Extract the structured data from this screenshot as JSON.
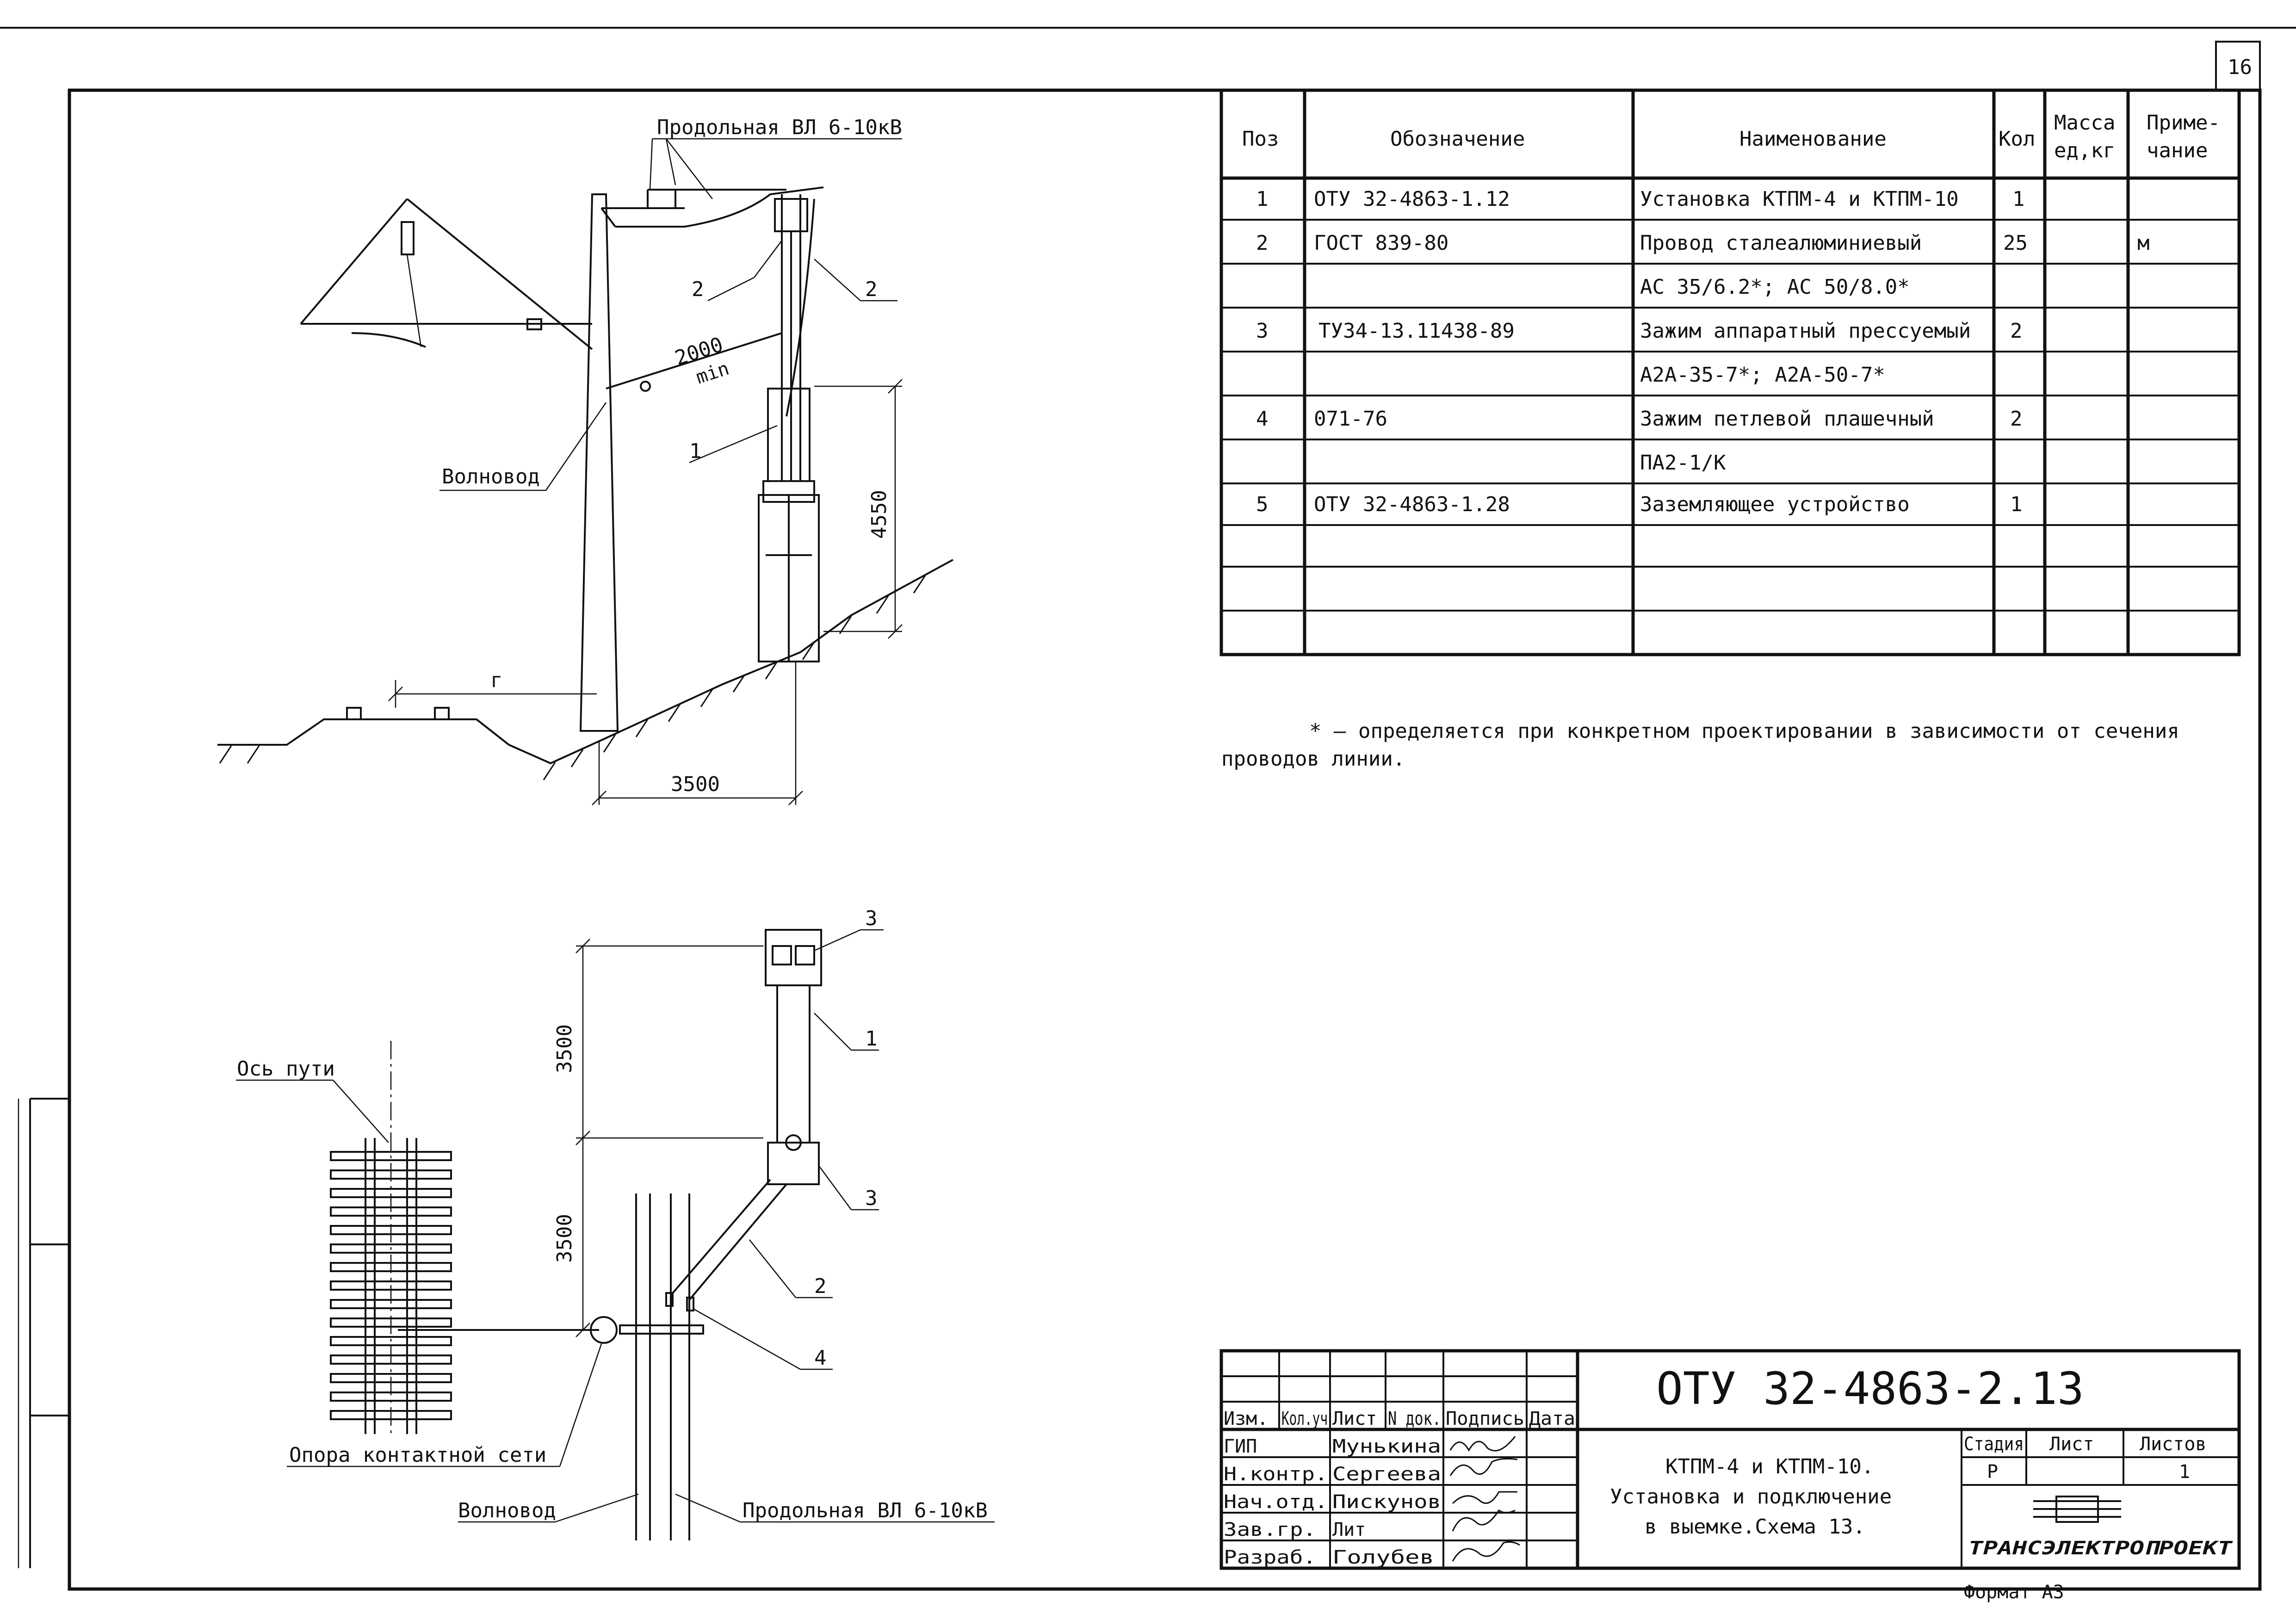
{
  "sheet": {
    "page_number": "16",
    "format": "Формат А3",
    "footnote_line1": "* – определяется при конкретном проектировании в зависимости от сечения",
    "footnote_line2": "проводов линии."
  },
  "spec_table": {
    "headers": {
      "pos": "Поз",
      "designation": "Обозначение",
      "name": "Наименование",
      "qty": "Кол",
      "mass_1": "Масса",
      "mass_2": "ед,кг",
      "note_1": "Приме-",
      "note_2": "чание"
    },
    "rows": [
      {
        "pos": "1",
        "designation": "ОТУ 32-4863-1.12",
        "name": "Установка КТПМ-4 и КТПМ-10",
        "qty": "1",
        "mass": "",
        "note": ""
      },
      {
        "pos": "2",
        "designation": "ГОСТ 839-80",
        "name": "Провод сталеалюминиевый",
        "qty": "25",
        "mass": "",
        "note": "м"
      },
      {
        "pos": "",
        "designation": "",
        "name": "АС 35/6.2*; АС 50/8.0*",
        "qty": "",
        "mass": "",
        "note": ""
      },
      {
        "pos": "3",
        "designation": "ТУ34-13.11438-89",
        "name": "Зажим аппаратный прессуемый",
        "qty": "2",
        "mass": "",
        "note": ""
      },
      {
        "pos": "",
        "designation": "",
        "name": "А2А-35-7*; А2А-50-7*",
        "qty": "",
        "mass": "",
        "note": ""
      },
      {
        "pos": "4",
        "designation": "071-76",
        "name": "Зажим петлевой плашечный",
        "qty": "2",
        "mass": "",
        "note": ""
      },
      {
        "pos": "",
        "designation": "",
        "name": "ПА2-1/К",
        "qty": "",
        "mass": "",
        "note": ""
      },
      {
        "pos": "5",
        "designation": "ОТУ 32-4863-1.28",
        "name": "Заземляющее устройство",
        "qty": "1",
        "mass": "",
        "note": ""
      },
      {
        "pos": "",
        "designation": "",
        "name": "",
        "qty": "",
        "mass": "",
        "note": ""
      },
      {
        "pos": "",
        "designation": "",
        "name": "",
        "qty": "",
        "mass": "",
        "note": ""
      },
      {
        "pos": "",
        "designation": "",
        "name": "",
        "qty": "",
        "mass": "",
        "note": ""
      }
    ]
  },
  "drawing_top": {
    "label_vl": "Продольная ВЛ 6-10кВ",
    "label_waveguide": "Волновод",
    "dim_2000": "2000",
    "dim_min": "min",
    "dim_4550": "4550",
    "dim_3500": "3500",
    "dim_g": "г",
    "callout_1": "1",
    "callout_2a": "2",
    "callout_2b": "2"
  },
  "drawing_bottom": {
    "label_track_axis": "Ось пути",
    "label_catenary_pole": "Опора контактной сети",
    "label_waveguide": "Волновод",
    "label_vl": "Продольная ВЛ 6-10кВ",
    "dim_3500_a": "3500",
    "dim_3500_b": "3500",
    "callout_1": "1",
    "callout_2": "2",
    "callout_3a": "3",
    "callout_3b": "3",
    "callout_4": "4"
  },
  "title_block": {
    "code": "ОТУ 32-4863-2.13",
    "description_1": "КТПМ-4 и КТПМ-10.",
    "description_2": "Установка и подключение",
    "description_3": "в выемке.Схема 13.",
    "header_cols": [
      "Изм.",
      "Кол.уч",
      "Лист",
      "N док.",
      "Подпись",
      "Дата"
    ],
    "people": [
      {
        "role": "ГИП",
        "name": "Мунькина"
      },
      {
        "role": "Н.контр.",
        "name": "Сергеева"
      },
      {
        "role": "Нач.отд.",
        "name": "Пискунов"
      },
      {
        "role": "Зав.гр.",
        "name": "Лит"
      },
      {
        "role": "Разраб.",
        "name": "Голубев"
      }
    ],
    "stage_label": "Стадия",
    "sheet_label": "Лист",
    "sheets_label": "Листов",
    "stage_value": "Р",
    "sheet_value": "",
    "sheets_value": "1",
    "organization": "ТРАНСЭЛЕКТРОПРОЕКТ"
  }
}
